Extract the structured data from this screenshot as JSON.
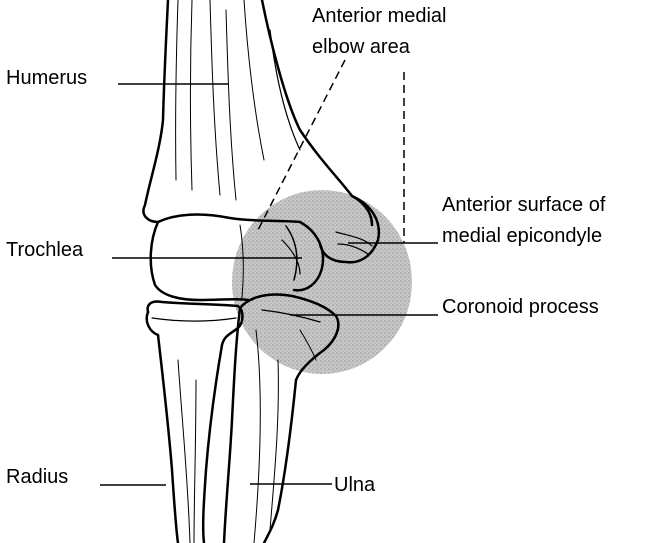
{
  "labels": {
    "humerus": "Humerus",
    "anterior_medial_line1": "Anterior medial",
    "anterior_medial_line2": "elbow area",
    "anterior_surface_line1": "Anterior surface of",
    "anterior_surface_line2": "medial epicondyle",
    "trochlea": "Trochlea",
    "coronoid": "Coronoid process",
    "radius": "Radius",
    "ulna": "Ulna"
  },
  "colors": {
    "ink": "#000000",
    "shading": "#b8b8b8",
    "background": "#ffffff"
  }
}
